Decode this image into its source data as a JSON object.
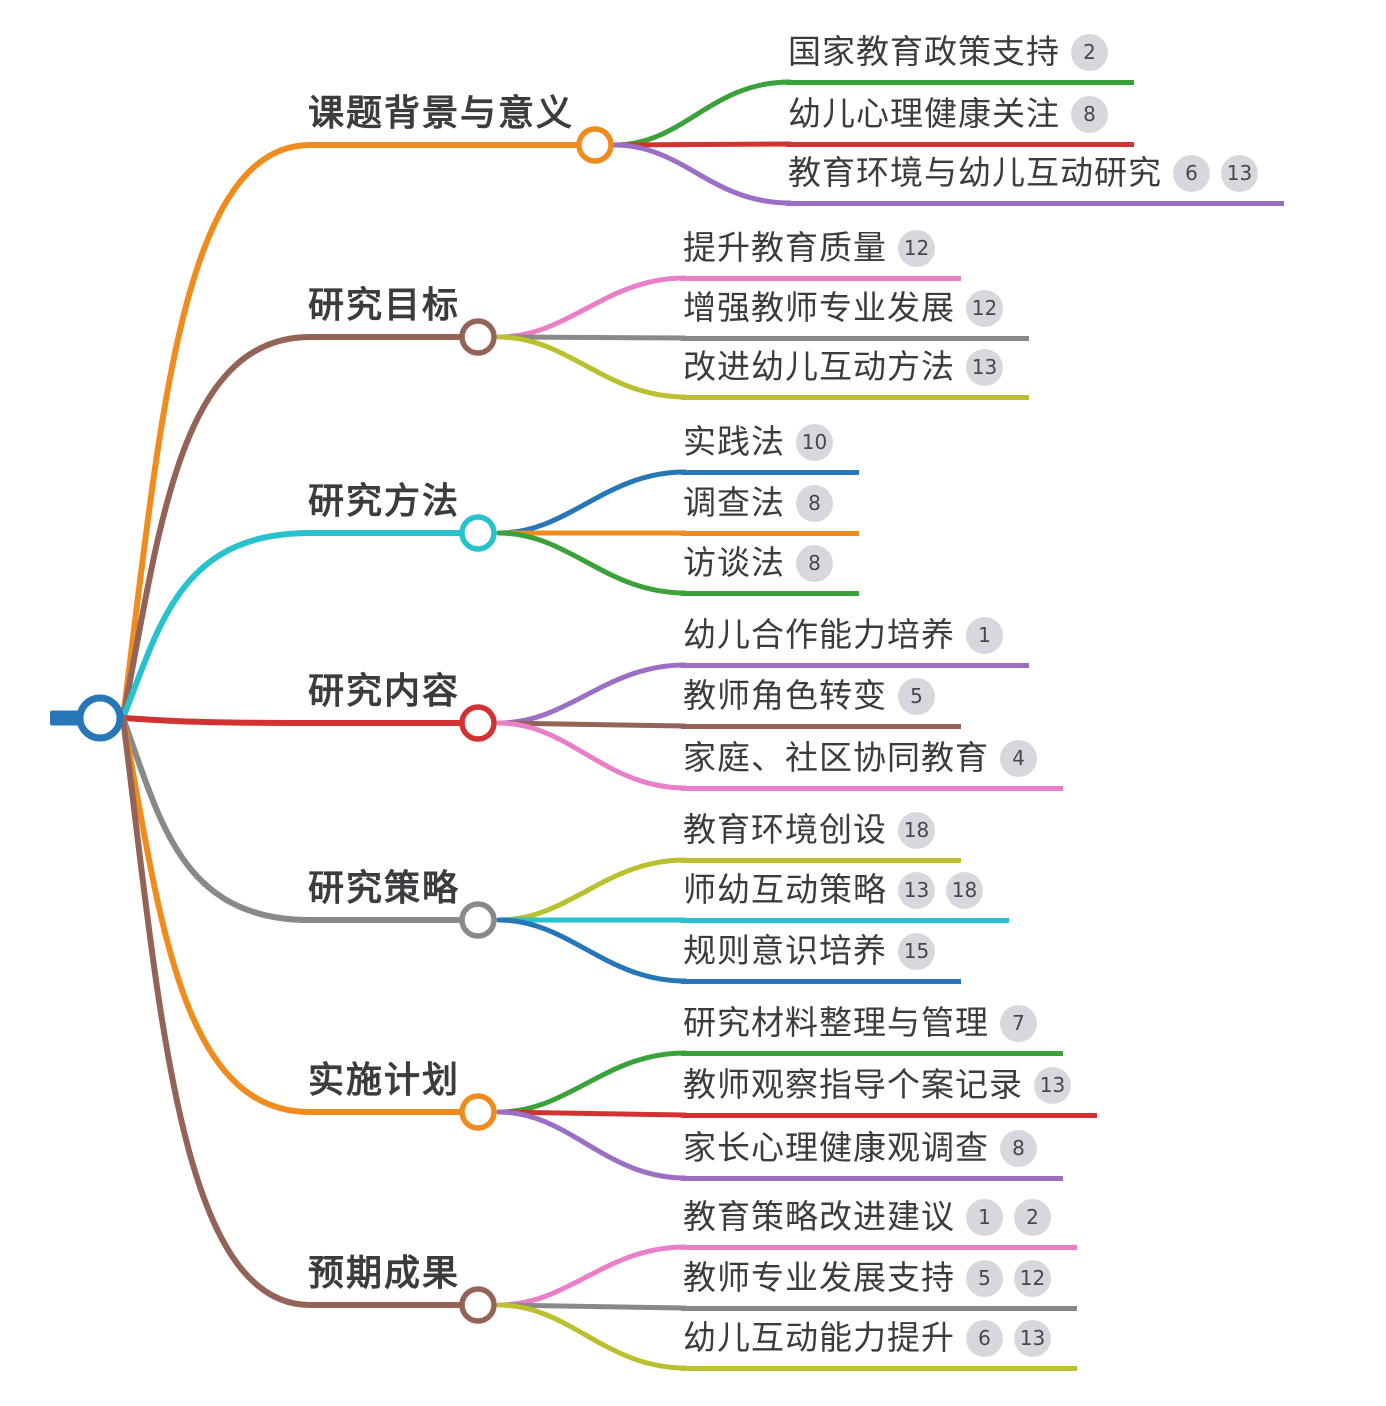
{
  "text_color": "#3c3c40",
  "badge": {
    "bg": "#d6d8dd",
    "text_color": "#47474c"
  },
  "root": {
    "color": "#2777b8"
  },
  "branches": [
    {
      "label": "课题背景与意义",
      "color": "#f08c1e",
      "children": [
        {
          "label": "国家教育政策支持",
          "color": "#3ba13b",
          "badges": [
            "2"
          ]
        },
        {
          "label": "幼儿心理健康关注",
          "color": "#d23332",
          "badges": [
            "8"
          ]
        },
        {
          "label": "教育环境与幼儿互动研究",
          "color": "#9b6fc3",
          "badges": [
            "6",
            "13"
          ]
        }
      ]
    },
    {
      "label": "研究目标",
      "color": "#936358",
      "children": [
        {
          "label": "提升教育质量",
          "color": "#e87fc8",
          "badges": [
            "12"
          ]
        },
        {
          "label": "增强教师专业发展",
          "color": "#898989",
          "badges": [
            "12"
          ]
        },
        {
          "label": "改进幼儿互动方法",
          "color": "#bcbf2e",
          "badges": [
            "13"
          ]
        }
      ]
    },
    {
      "label": "研究方法",
      "color": "#27c2cd",
      "children": [
        {
          "label": "实践法",
          "color": "#2777b8",
          "badges": [
            "10"
          ]
        },
        {
          "label": "调查法",
          "color": "#f08c1e",
          "badges": [
            "8"
          ]
        },
        {
          "label": "访谈法",
          "color": "#3ba13b",
          "badges": [
            "8"
          ]
        }
      ]
    },
    {
      "label": "研究内容",
      "color": "#d23332",
      "children": [
        {
          "label": "幼儿合作能力培养",
          "color": "#9b6fc3",
          "badges": [
            "1"
          ]
        },
        {
          "label": "教师角色转变",
          "color": "#936358",
          "badges": [
            "5"
          ]
        },
        {
          "label": "家庭、社区协同教育",
          "color": "#e87fc8",
          "badges": [
            "4"
          ]
        }
      ]
    },
    {
      "label": "研究策略",
      "color": "#898989",
      "children": [
        {
          "label": "教育环境创设",
          "color": "#bcbf2e",
          "badges": [
            "18"
          ]
        },
        {
          "label": "师幼互动策略",
          "color": "#27c2cd",
          "badges": [
            "13",
            "18"
          ]
        },
        {
          "label": "规则意识培养",
          "color": "#2777b8",
          "badges": [
            "15"
          ]
        }
      ]
    },
    {
      "label": "实施计划",
      "color": "#f08c1e",
      "children": [
        {
          "label": "研究材料整理与管理",
          "color": "#3ba13b",
          "badges": [
            "7"
          ]
        },
        {
          "label": "教师观察指导个案记录",
          "color": "#d23332",
          "badges": [
            "13"
          ]
        },
        {
          "label": "家长心理健康观调查",
          "color": "#9b6fc3",
          "badges": [
            "8"
          ]
        }
      ]
    },
    {
      "label": "预期成果",
      "color": "#936358",
      "children": [
        {
          "label": "教育策略改进建议",
          "color": "#e87fc8",
          "badges": [
            "1",
            "2"
          ]
        },
        {
          "label": "教师专业发展支持",
          "color": "#898989",
          "badges": [
            "5",
            "12"
          ]
        },
        {
          "label": "幼儿互动能力提升",
          "color": "#bcbf2e",
          "badges": [
            "6",
            "13"
          ]
        }
      ]
    }
  ]
}
